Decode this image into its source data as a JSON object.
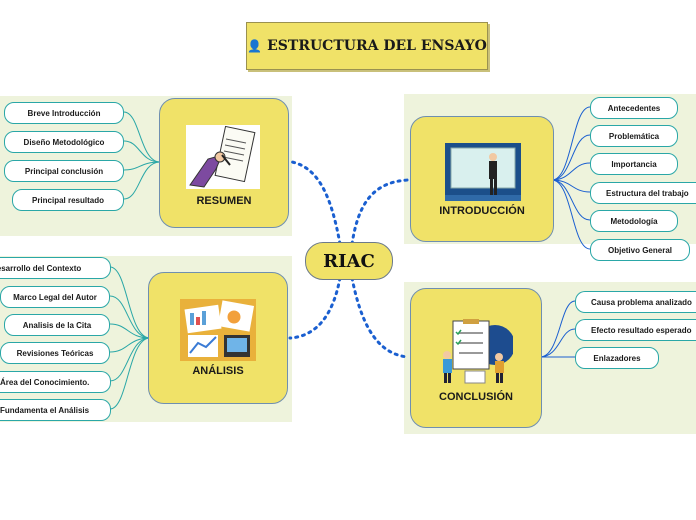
{
  "title": "ESTRUCTURA  DEL ENSAYO",
  "center": "RIAC",
  "branches": {
    "resumen": {
      "label": "RESUMEN",
      "items": [
        "Breve Introducción",
        "Diseño Metodológico",
        "Principal conclusión",
        "Principal resultado"
      ]
    },
    "introduccion": {
      "label": "INTRODUCCIÓN",
      "items": [
        "Antecedentes",
        "Problemática",
        "Importancia",
        "Estructura del trabajo",
        "Metodología",
        "Objetivo General"
      ]
    },
    "analisis": {
      "label": "ANÁLISIS",
      "items": [
        "Desarrollo del Contexto",
        "Marco Legal del Autor",
        "Analisis de la Cita",
        "Revisiones Teóricas",
        "Área del Conocimiento.",
        "Fundamenta el Análisis"
      ]
    },
    "conclusion": {
      "label": "CONCLUSIÓN",
      "items": [
        "Causa problema analizado",
        "Efecto resultado esperado",
        "Enlazadores"
      ]
    }
  },
  "colors": {
    "card_fill": "#f0e268",
    "card_border": "#6f8fb0",
    "connector_dots": "#1a5fd0",
    "branch_lines": "#2aa7a7",
    "paper": "#eef3dc"
  }
}
